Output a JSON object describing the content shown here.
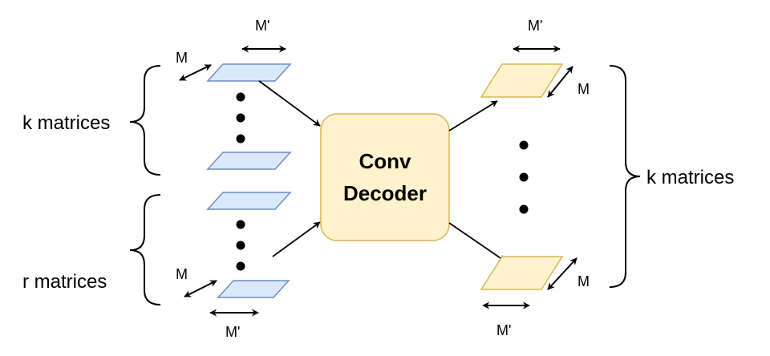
{
  "decoder": {
    "line1": "Conv",
    "line2": "Decoder"
  },
  "groups": {
    "left_top": "k matrices",
    "left_bottom": "r matrices",
    "right": "k matrices"
  },
  "dims": {
    "row": "M",
    "col": "M'"
  },
  "colors": {
    "input_fill": "#dae8fc",
    "input_stroke": "#6c8ebf",
    "output_fill": "#fff2cc",
    "output_stroke": "#d6b656",
    "decoder_fill": "#fff2cc",
    "decoder_stroke": "#d6b656"
  }
}
